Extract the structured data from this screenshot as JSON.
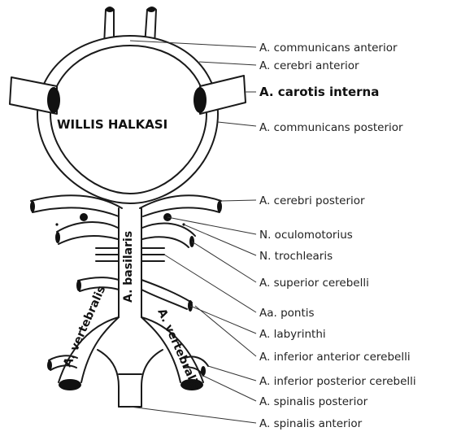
{
  "diagram": {
    "title": "WILLIS HALKASI",
    "center_labels": {
      "basilaris": "A. basilaris",
      "vertebralis_left": "A. vertebralis",
      "vertebralis_right": "A. vertebralis"
    },
    "labels": [
      {
        "id": "communicans-anterior",
        "text": "A. communicans anterior",
        "bold": false
      },
      {
        "id": "cerebri-anterior",
        "text": "A. cerebri anterior",
        "bold": false
      },
      {
        "id": "carotis-interna",
        "text": "A. carotis interna",
        "bold": true
      },
      {
        "id": "communicans-posterior",
        "text": "A. communicans posterior",
        "bold": false
      },
      {
        "id": "cerebri-posterior",
        "text": "A. cerebri posterior",
        "bold": false
      },
      {
        "id": "oculomotorius",
        "text": "N. oculomotorius",
        "bold": false
      },
      {
        "id": "trochlearis",
        "text": "N. trochlearis",
        "bold": false
      },
      {
        "id": "superior-cerebelli",
        "text": "A. superior cerebelli",
        "bold": false
      },
      {
        "id": "pontis",
        "text": "Aa. pontis",
        "bold": false
      },
      {
        "id": "labyrinthi",
        "text": "A. labyrinthi",
        "bold": false
      },
      {
        "id": "inferior-anterior-cerebelli",
        "text": "A. inferior anterior cerebelli",
        "bold": false
      },
      {
        "id": "inferior-posterior-cerebelli",
        "text": "A. inferior posterior cerebelli",
        "bold": false
      },
      {
        "id": "spinalis-posterior",
        "text": "A. spinalis posterior",
        "bold": false
      },
      {
        "id": "spinalis-anterior",
        "text": "A. spinalis anterior",
        "bold": false
      }
    ]
  }
}
